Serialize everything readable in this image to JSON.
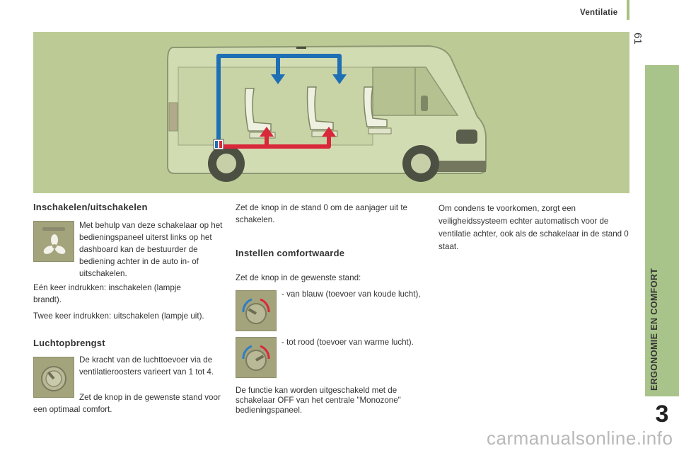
{
  "header": {
    "section_title": "Ventilatie",
    "page_number": "61"
  },
  "side_tab": {
    "label": "ERGONOMIE EN COMFORT",
    "chapter_number": "3"
  },
  "colors": {
    "side_tab": "#a9c48a",
    "hero_background": "#bccb95",
    "airflow_blue": "#1f6fb5",
    "airflow_red": "#d9283a"
  },
  "col1": {
    "section1_title": "Inschakelen/uitschakelen",
    "section1_icon": "fan-icon",
    "section1_text1": "Met behulp van deze schakelaar op het bedieningspaneel uiterst links op het dashboard kan de bestuurder de bediening achter in de auto in- of uitschakelen.",
    "section1_text2": "Eén keer indrukken: inschakelen (lampje brandt).",
    "section1_text3": "Twee keer indrukken: uitschakelen (lampje uit).",
    "section2_title": "Luchtopbrengst",
    "section2_icon": "knob-icon",
    "section2_text1": "De kracht van de luchttoevoer via de ventilatieroosters varieert van 1 tot 4.",
    "section2_text2": "Zet de knop in de gewenste stand voor een optimaal comfort."
  },
  "col2": {
    "intro_text": "Zet de knop in de stand 0 om de aanjager uit te schakelen.",
    "section_title": "Instellen comfortwaarde",
    "instruction": "Zet de knop in de gewenste stand:",
    "item1": "- van blauw (toevoer van koude lucht),",
    "item2": "- tot rood (toevoer van warme lucht).",
    "closing_text": "De functie kan worden uitgeschakeld met de schakelaar OFF van het centrale \"Monozone\" bedieningspaneel."
  },
  "col3": {
    "text": "Om condens te voorkomen, zorgt een veiligheidssysteem echter automatisch voor de ventilatie achter, ook als de schakelaar in de stand 0 staat."
  },
  "footer": {
    "watermark": "carmanualsonline.info"
  }
}
